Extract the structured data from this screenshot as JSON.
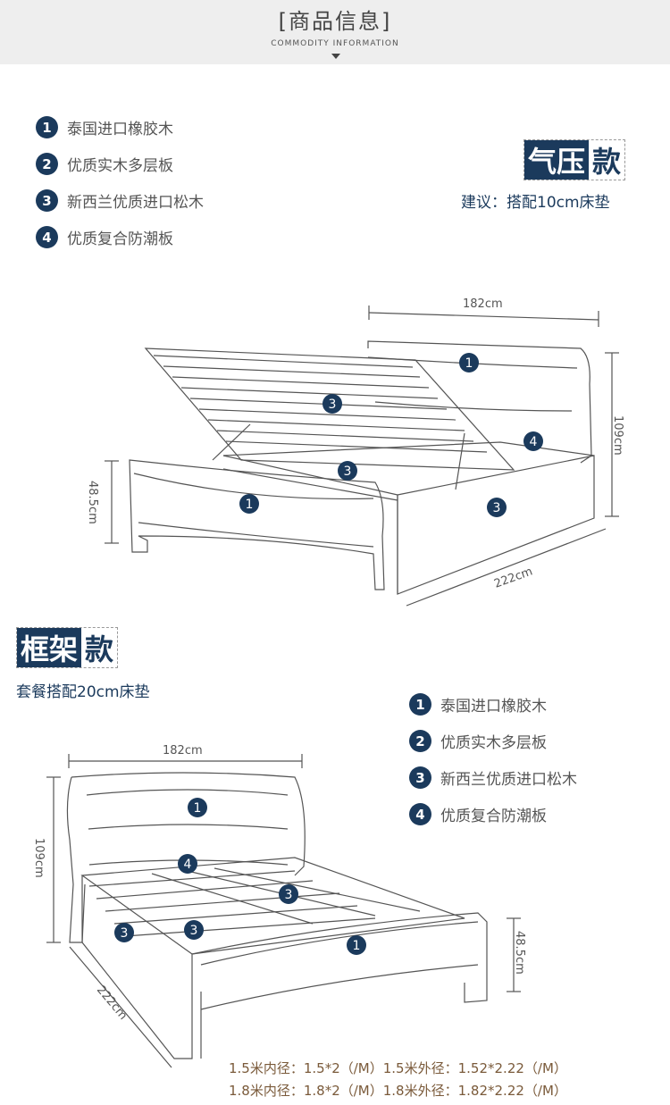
{
  "header": {
    "title_cn": "[商品信息]",
    "title_en": "COMMODITY INFORMATION"
  },
  "materials": [
    {
      "num": "1",
      "label": "泰国进口橡胶木"
    },
    {
      "num": "2",
      "label": "优质实木多层板"
    },
    {
      "num": "3",
      "label": "新西兰优质进口松木"
    },
    {
      "num": "4",
      "label": "优质复合防潮板"
    }
  ],
  "gas_model": {
    "badge_dark": "气压",
    "badge_light": "款",
    "note": "建议：搭配10cm床垫",
    "width_label": "182cm",
    "height_label": "109cm",
    "length_label": "222cm",
    "side_label": "48.5cm"
  },
  "frame_model": {
    "badge_dark": "框架",
    "badge_light": "款",
    "note": "套餐搭配20cm床垫",
    "width_label": "182cm",
    "height_label": "109cm",
    "length_label": "222cm",
    "side_label": "48.5cm"
  },
  "dimensions": [
    "1.5米内径：1.5*2（/M）1.5米外径：1.52*2.22（/M）",
    "1.8米内径：1.8*2（/M）1.8米外径：1.82*2.22（/M）"
  ],
  "colors": {
    "navy": "#1b3a5c",
    "brown": "#7a5a3a",
    "line": "#555555"
  }
}
